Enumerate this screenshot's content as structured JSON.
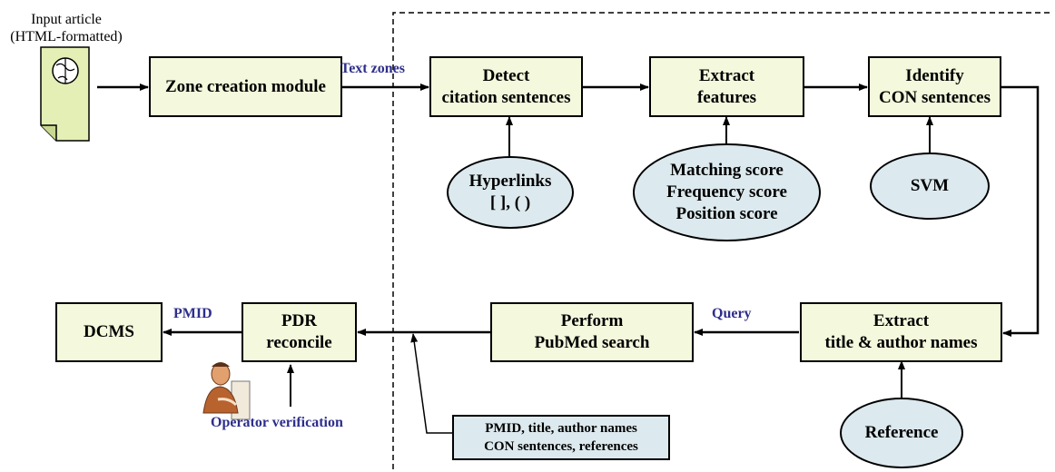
{
  "input": {
    "line1": "Input article",
    "line2": "(HTML-formatted)",
    "icon": "document-globe-icon"
  },
  "nodes": {
    "zone_creation": "Zone creation module",
    "detect_citation": [
      "Detect",
      "citation sentences"
    ],
    "extract_features": [
      "Extract",
      "features"
    ],
    "identify_con": [
      "Identify",
      "CON sentences"
    ],
    "extract_title": [
      "Extract",
      "title & author names"
    ],
    "perform_search": [
      "Perform",
      "PubMed search"
    ],
    "pdr_reconcile": [
      "PDR",
      "reconcile"
    ],
    "dcms": "DCMS"
  },
  "inputs": {
    "hyperlinks": [
      "Hyperlinks",
      "[ ], ( )"
    ],
    "scores": [
      "Matching score",
      "Frequency score",
      "Position score"
    ],
    "svm": "SVM",
    "reference": "Reference"
  },
  "edge_labels": {
    "text_zones": "Text zones",
    "query": "Query",
    "pmid": "PMID",
    "operator_verification": "Operator verification"
  },
  "output_note": [
    "PMID, title, author names",
    "CON sentences, references"
  ],
  "operator_icon": "person-at-computer-icon"
}
